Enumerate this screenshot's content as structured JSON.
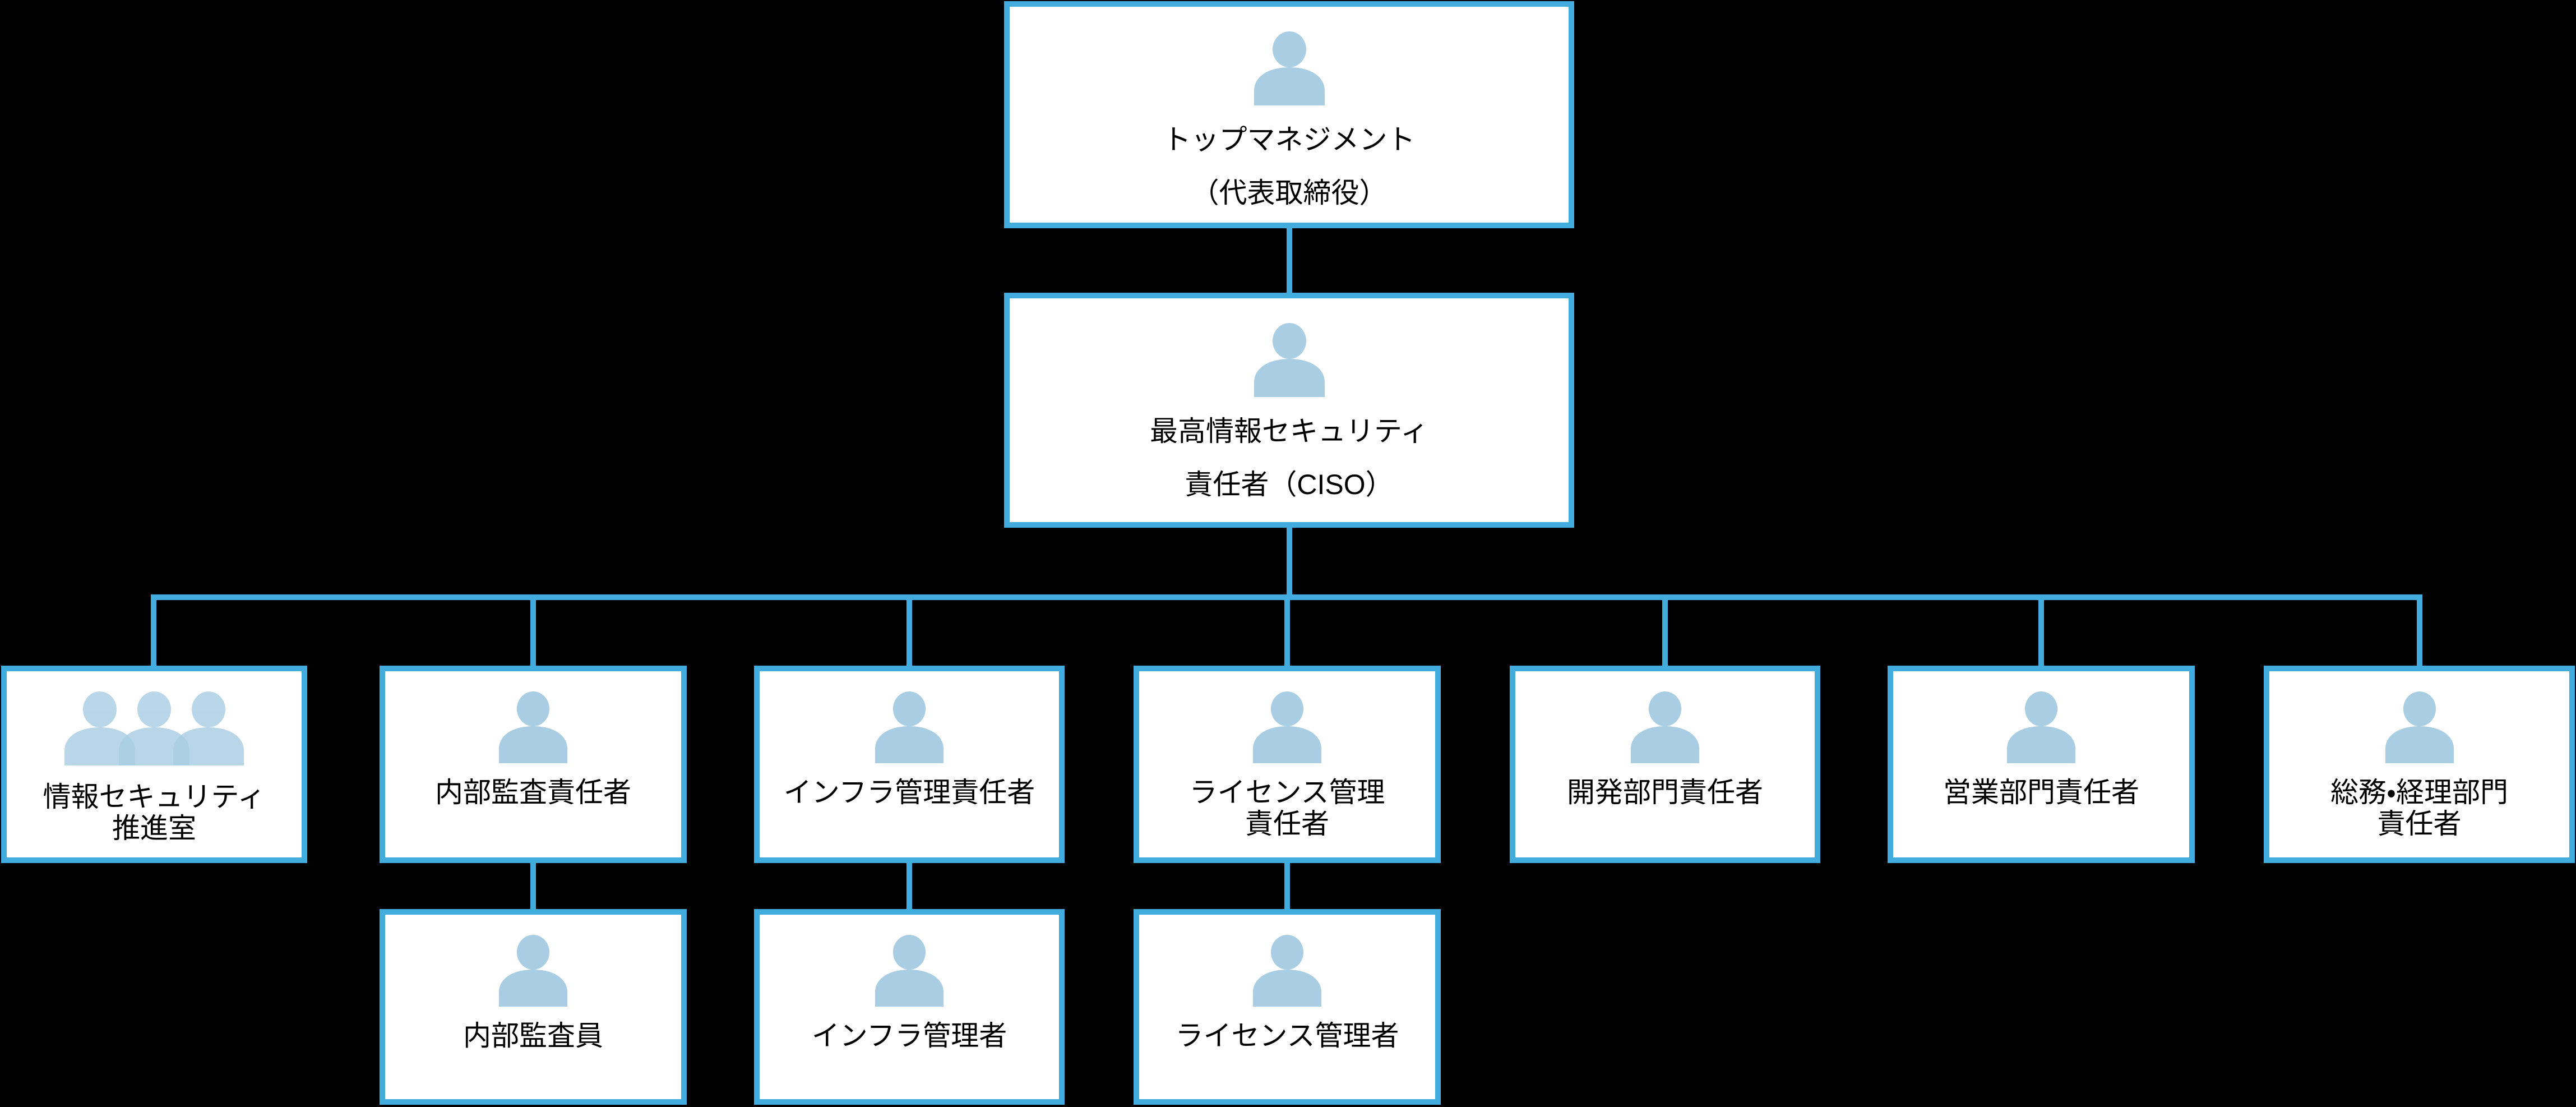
{
  "colors": {
    "background": "#000000",
    "box_background": "#FFFFFF",
    "accent_border_and_lines": "#42ACDE",
    "icon_fill": "#A9CEE4",
    "icon_overlap_fill": "#74AFD4",
    "text": "#000000"
  },
  "nodes": [
    {
      "id": "top-management",
      "icon": "person-icon",
      "lines": [
        "トップマネジメント",
        "（代表取締役）"
      ]
    },
    {
      "id": "ciso",
      "icon": "person-icon",
      "lines": [
        "最高情報セキュリティ",
        "責任者（CISO）"
      ]
    },
    {
      "id": "infosec-office",
      "icon": "people-group-icon",
      "lines": [
        "情報セキュリティ",
        "推進室"
      ]
    },
    {
      "id": "internal-audit-manager",
      "icon": "person-icon",
      "lines": [
        "内部監査責任者"
      ]
    },
    {
      "id": "infra-management-manager",
      "icon": "person-icon",
      "lines": [
        "インフラ管理責任者"
      ]
    },
    {
      "id": "license-management-manager",
      "icon": "person-icon",
      "lines": [
        "ライセンス管理",
        "責任者"
      ]
    },
    {
      "id": "dev-department-head",
      "icon": "person-icon",
      "lines": [
        "開発部門責任者"
      ]
    },
    {
      "id": "sales-department-head",
      "icon": "person-icon",
      "lines": [
        "営業部門責任者"
      ]
    },
    {
      "id": "ga-accounting-department-head",
      "icon": "person-icon",
      "lines": [
        "総務・経理部門",
        "責任者"
      ]
    },
    {
      "id": "internal-auditor",
      "icon": "person-icon",
      "lines": [
        "内部監査員"
      ]
    },
    {
      "id": "infra-administrator",
      "icon": "person-icon",
      "lines": [
        "インフラ管理者"
      ]
    },
    {
      "id": "license-administrator",
      "icon": "person-icon",
      "lines": [
        "ライセンス管理者"
      ]
    }
  ],
  "edges": [
    {
      "from": "top-management",
      "to": "ciso"
    },
    {
      "from": "ciso",
      "to": "infosec-office"
    },
    {
      "from": "ciso",
      "to": "internal-audit-manager"
    },
    {
      "from": "ciso",
      "to": "infra-management-manager"
    },
    {
      "from": "ciso",
      "to": "license-management-manager"
    },
    {
      "from": "ciso",
      "to": "dev-department-head"
    },
    {
      "from": "ciso",
      "to": "sales-department-head"
    },
    {
      "from": "ciso",
      "to": "ga-accounting-department-head"
    },
    {
      "from": "internal-audit-manager",
      "to": "internal-auditor"
    },
    {
      "from": "infra-management-manager",
      "to": "infra-administrator"
    },
    {
      "from": "license-management-manager",
      "to": "license-administrator"
    }
  ]
}
